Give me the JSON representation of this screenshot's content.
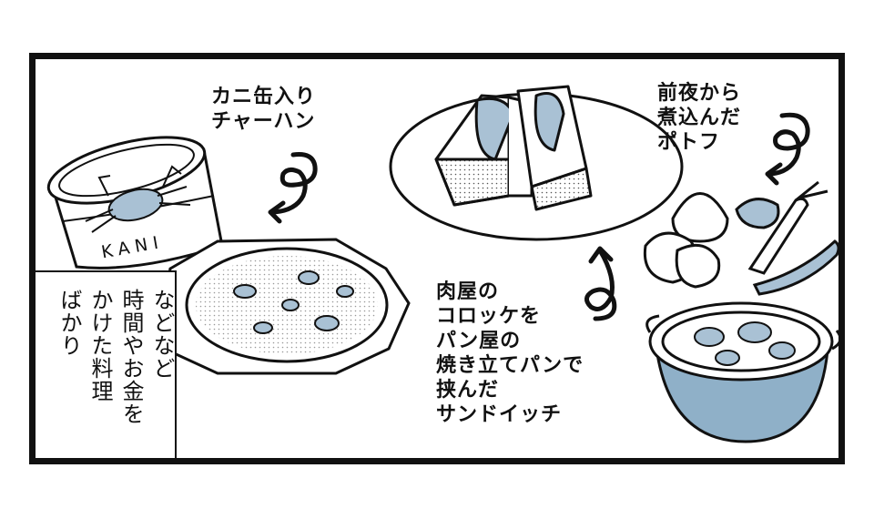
{
  "captions": {
    "crab_fried_rice": "カニ缶入り\nチャーハン",
    "pot_au_feu": "前夜から\n煮込んだ\nポトフ",
    "sandwich": "肉屋の\nコロッケを\nパン屋の\n焼き立てパンで\n挟んだ\nサンドイッチ"
  },
  "narration": "などなど\n時間やお金を\nかけた料理\nばかり",
  "can_label": "KANI",
  "colors": {
    "ink": "#111111",
    "accent_blue": "#a9c1d4",
    "pot_blue": "#8fb0c8",
    "paper": "#ffffff"
  },
  "icons": [
    "crab-can-icon",
    "fried-rice-plate-icon",
    "sandwich-plate-icon",
    "stew-pot-icon",
    "vegetables-icon",
    "curly-arrow-icon"
  ]
}
